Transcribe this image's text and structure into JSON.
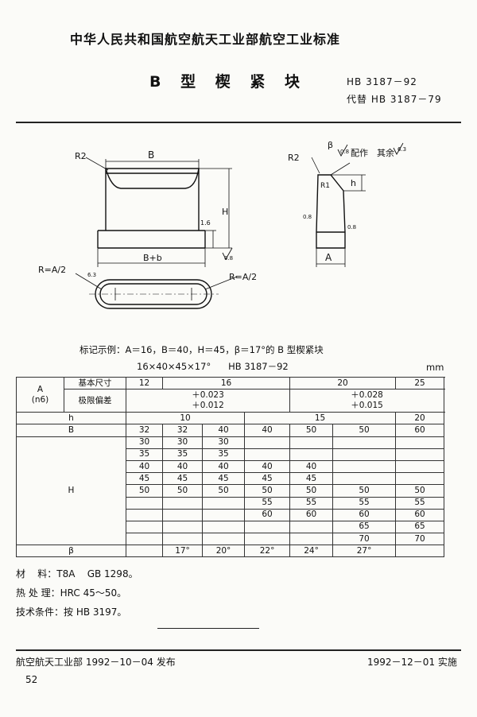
{
  "header": {
    "org": "中华人民共和国航空航天工业部航空工业标准",
    "title": "B 型 楔 紧 块",
    "std_no": "HB 3187－92",
    "replaces": "代替 HB 3187－79"
  },
  "drawing": {
    "r2_left": "R2",
    "b_label": "B",
    "h_label": "H",
    "b_plus_b": "B+b",
    "r_a2_left": "R=A/2",
    "r_a2_right": "R=A/2",
    "finish_16_a": "1.6",
    "finish_08_a": "0.8",
    "finish_6_3_left": "6.3",
    "r2_right": "R2",
    "beta": "β",
    "finish_08_b": "0.8",
    "peizuo": "配作",
    "qiyu": "其余",
    "finish_63": "6.3",
    "r1": "R1",
    "h_small": "h",
    "finish_08_c": "0.8",
    "finish_08_d": "0.8",
    "a_label": "A"
  },
  "example": {
    "text": "标记示例：A＝16，B＝40，H＝45，β＝17°的 B 型楔紧块",
    "code": "16×40×45×17°      HB 3187－92",
    "unit": "mm"
  },
  "table": {
    "a_label": "A",
    "a_sub": "(n6)",
    "basic_size": "基本尺寸",
    "limit_dev": "极限偏差",
    "a_sizes": [
      "12",
      "16",
      "20",
      "25"
    ],
    "dev_16_hi": "＋0.023",
    "dev_16_lo": "＋0.012",
    "dev_20_hi": "＋0.028",
    "dev_20_lo": "＋0.015",
    "h_label": "h",
    "h_values": [
      "10",
      "15",
      "20"
    ],
    "b_label": "B",
    "b_values": [
      "32",
      "32",
      "40",
      "40",
      "50",
      "50",
      "60"
    ],
    "H_label": "H",
    "H_rows": [
      [
        "30",
        "30",
        "30",
        "",
        "",
        "",
        ""
      ],
      [
        "35",
        "35",
        "35",
        "",
        "",
        "",
        ""
      ],
      [
        "40",
        "40",
        "40",
        "40",
        "40",
        "",
        ""
      ],
      [
        "45",
        "45",
        "45",
        "45",
        "45",
        "",
        ""
      ],
      [
        "50",
        "50",
        "50",
        "50",
        "50",
        "50",
        "50"
      ],
      [
        "",
        "",
        "",
        "55",
        "55",
        "55",
        "55"
      ],
      [
        "",
        "",
        "",
        "60",
        "60",
        "60",
        "60"
      ],
      [
        "",
        "",
        "",
        "",
        "",
        "65",
        "65"
      ],
      [
        "",
        "",
        "",
        "",
        "",
        "70",
        "70"
      ]
    ],
    "beta_label": "β",
    "beta_values": [
      "17°",
      "20°",
      "22°",
      "24°",
      "27°"
    ]
  },
  "notes": {
    "material": "材    料：T8A    GB 1298。",
    "heat": "热 处 理：HRC 45～50。",
    "tech": "技术条件：按 HB 3197。"
  },
  "footer": {
    "issued": "航空航天工业部 1992－10－04 发布",
    "effective": "1992－12－01 实施",
    "page": "52"
  }
}
